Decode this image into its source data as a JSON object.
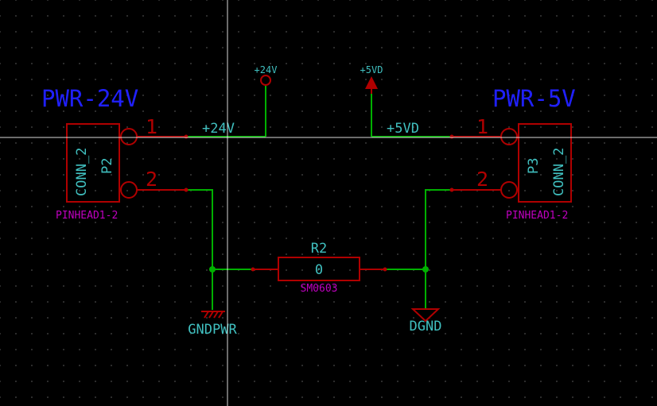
{
  "colors": {
    "background": "#000000",
    "grid": "#4a4a4a",
    "wire": "#00b000",
    "component": "#b00000",
    "title_label": "#2020ff",
    "net_label": "#40c0c0",
    "footprint": "#c000c0",
    "cursor": "#ffffff"
  },
  "connectors": [
    {
      "title": "PWR-24V",
      "ref": "P2",
      "value": "CONN_2",
      "footprint": "PINHEAD1-2",
      "pin1": "1",
      "pin2": "2"
    },
    {
      "title": "PWR-5V",
      "ref": "P3",
      "value": "CONN_2",
      "footprint": "PINHEAD1-2",
      "pin1": "1",
      "pin2": "2"
    }
  ],
  "resistor": {
    "ref": "R2",
    "value": "0",
    "footprint": "SM0603"
  },
  "power_symbols": {
    "p24v": {
      "label": "+24V",
      "icon": "circle-power-icon"
    },
    "p5vd": {
      "label": "+5VD",
      "icon": "arrow-power-icon"
    },
    "gndpwr": {
      "label": "GNDPWR",
      "icon": "chassis-ground-icon"
    },
    "dgnd": {
      "label": "DGND",
      "icon": "triangle-ground-icon"
    }
  },
  "net_labels": {
    "left": "+24V",
    "right": "+5VD"
  }
}
